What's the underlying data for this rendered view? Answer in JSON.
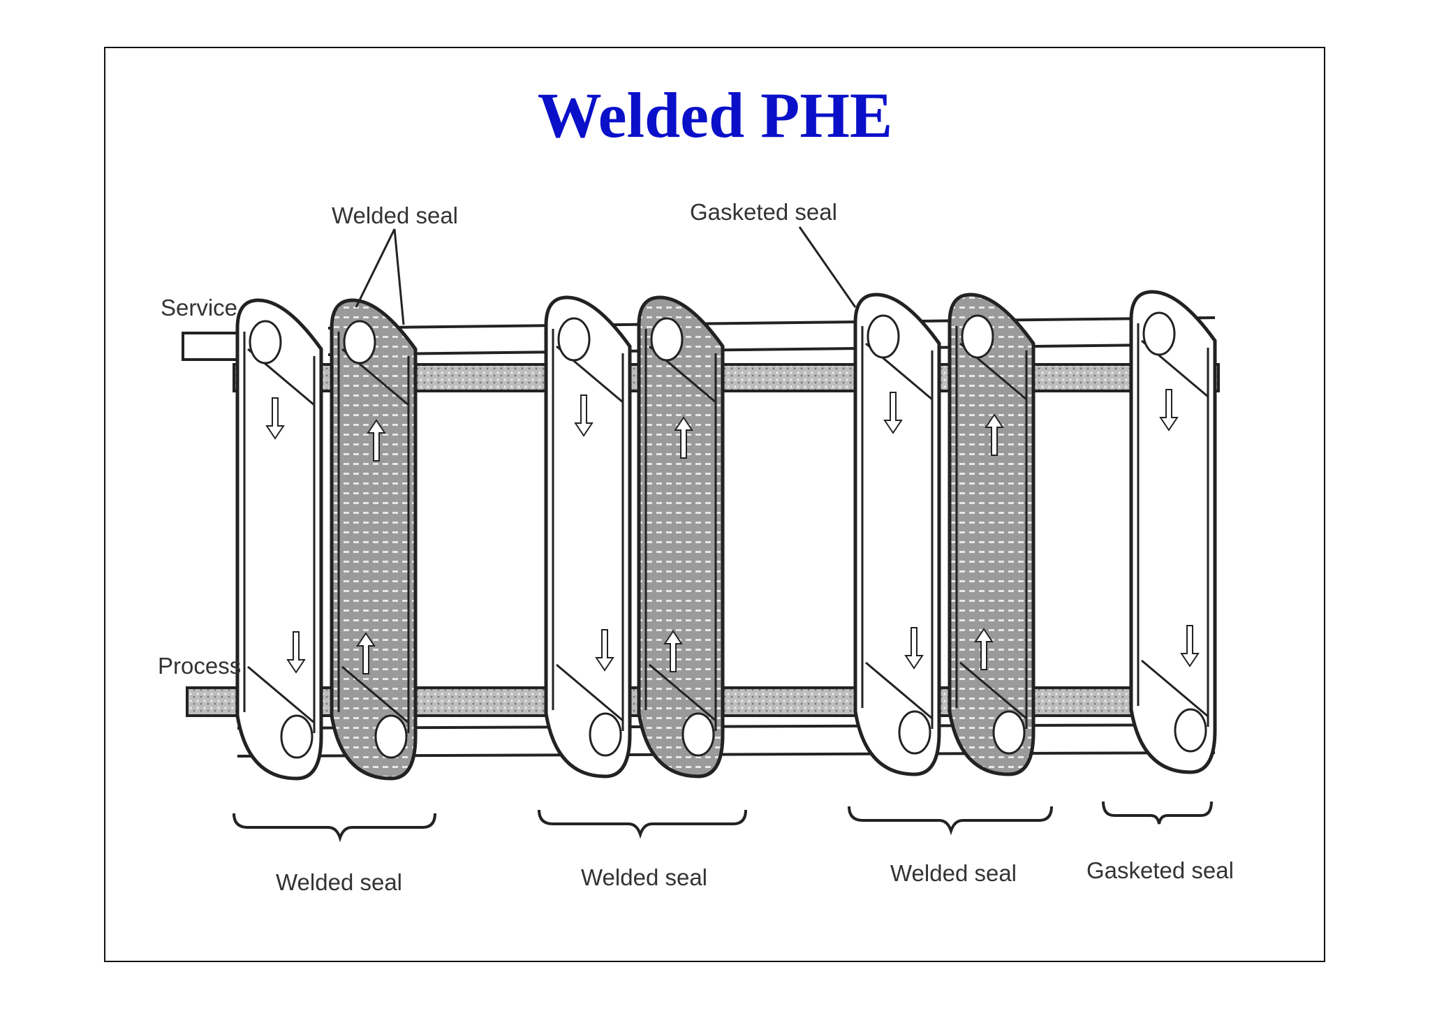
{
  "slide": {
    "title": "Welded PHE",
    "title_color": "#0a10c8"
  },
  "diagram": {
    "labels": {
      "service": "Service",
      "process": "Process",
      "welded_seal_top": "Welded seal",
      "gasketed_seal_top": "Gasketed seal"
    },
    "groups": [
      "Welded seal",
      "Welded seal",
      "Welded seal",
      "Gasketed seal"
    ]
  }
}
